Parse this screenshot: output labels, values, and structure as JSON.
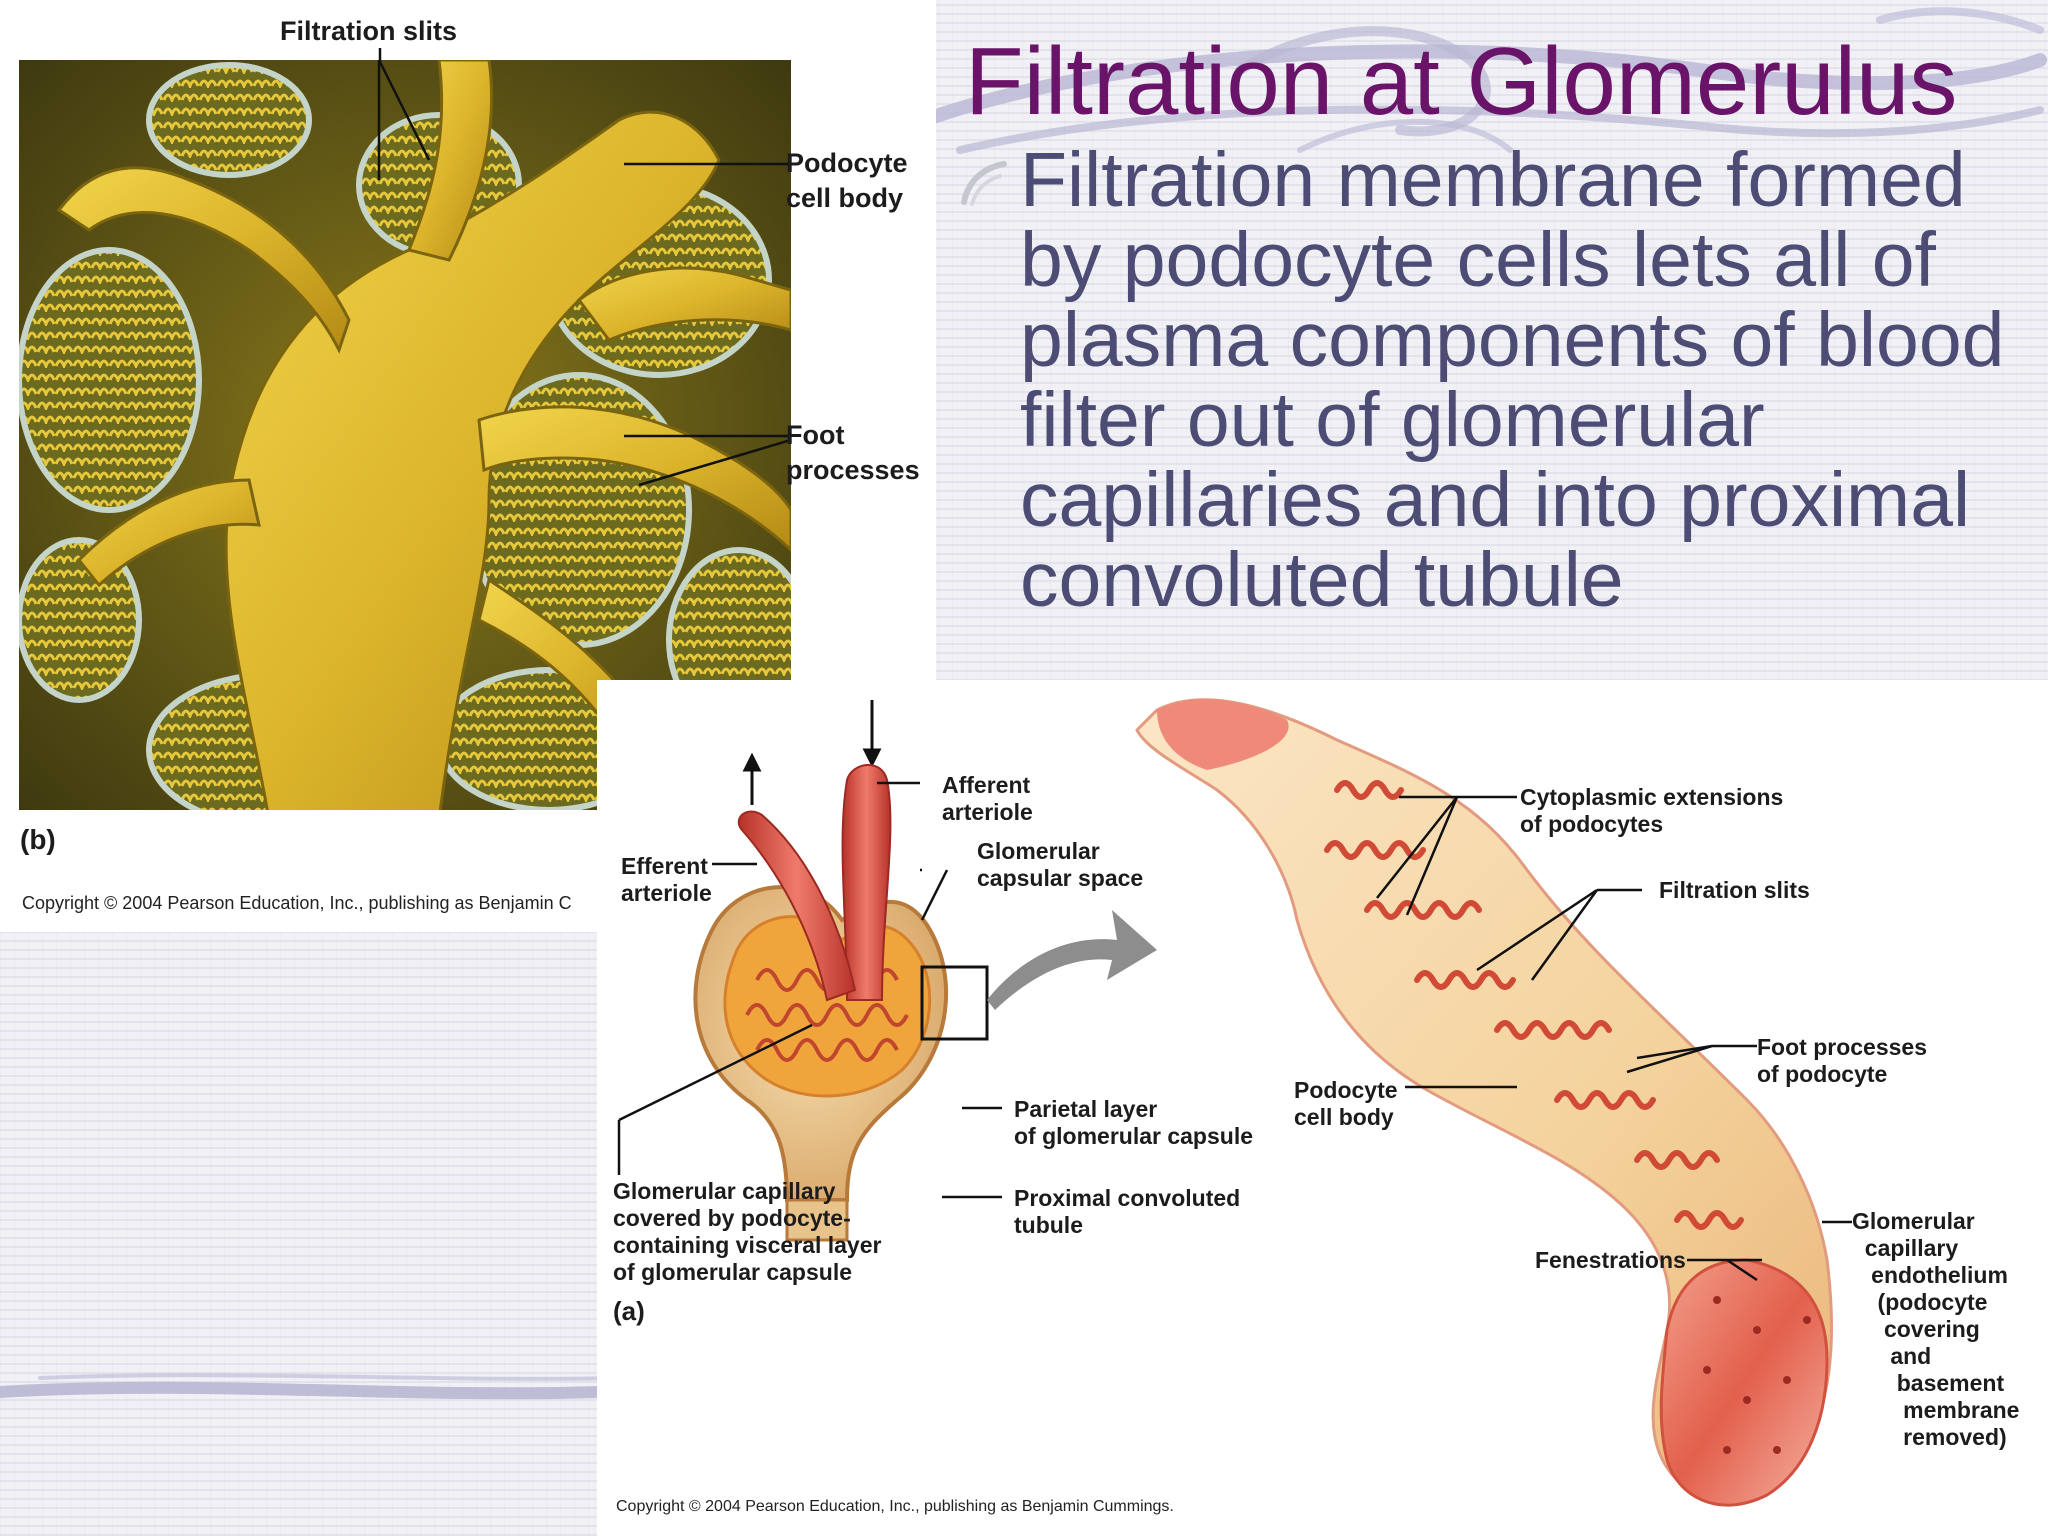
{
  "slide": {
    "title": "Filtration at Glomerulus",
    "bullet": "Filtration membrane formed by podocyte cells lets all of plasma components of blood filter out of glomerular capillaries and into proximal convoluted tubule"
  },
  "figure_b": {
    "labels": {
      "filtration_slits": "Filtration slits",
      "podocyte_cell_body": "Podocyte\ncell body",
      "foot_processes": "Foot\nprocesses"
    },
    "panel_letter": "(b)",
    "copyright": "Copyright © 2004 Pearson Education, Inc., publishing as Benjamin C"
  },
  "figure_a": {
    "labels": {
      "afferent_arteriole": "Afferent\narteriole",
      "efferent_arteriole": "Efferent\narteriole",
      "glomerular_capsular_space": "Glomerular\ncapsular space",
      "parietal_layer": "Parietal layer\nof glomerular capsule",
      "proximal_tubule": "Proximal convoluted\ntubule",
      "glomerular_capillary_covered": "Glomerular capillary\ncovered by podocyte-\ncontaining visceral layer\nof glomerular capsule",
      "cytoplasmic_extensions": "Cytoplasmic extensions\nof podocytes",
      "filtration_slits": "Filtration slits",
      "foot_processes_podocyte": "Foot processes\nof podocyte",
      "podocyte_cell_body": "Podocyte\ncell body",
      "fenestrations": "Fenestrations",
      "capillary_endothelium": "Glomerular\n  capillary\n   endothelium\n    (podocyte\n     covering\n      and\n       basement\n        membrane\n        removed)"
    },
    "panel_letter": "(a)",
    "copyright": "Copyright © 2004 Pearson Education, Inc., publishing as Benjamin Cummings."
  },
  "colors": {
    "title": "#6a1469",
    "body_text": "#4c4c74",
    "micrograph_yellow": "#d9b22a",
    "vessel_red": "#d8483a"
  }
}
